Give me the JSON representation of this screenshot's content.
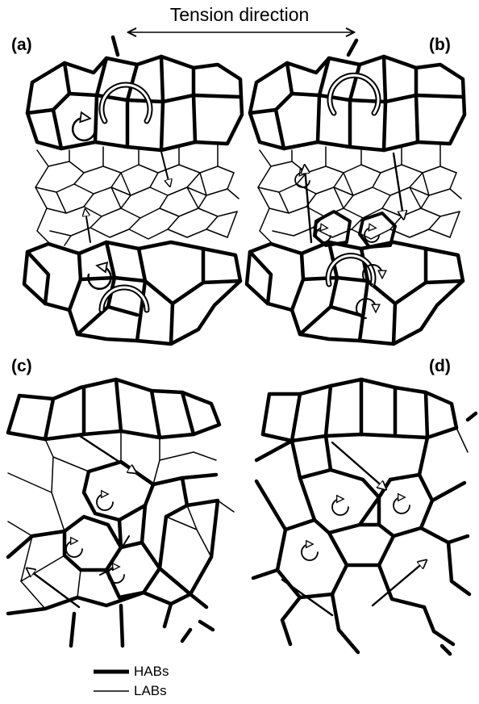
{
  "figure": {
    "title": "Tension direction",
    "panels": [
      {
        "label": "(a)"
      },
      {
        "label": "(b)"
      },
      {
        "label": "(c)"
      },
      {
        "label": "(d)"
      }
    ],
    "legend": {
      "hab_label": "HABs",
      "lab_label": "LABs"
    }
  },
  "colors": {
    "stroke": "#000000",
    "background": "#ffffff"
  }
}
